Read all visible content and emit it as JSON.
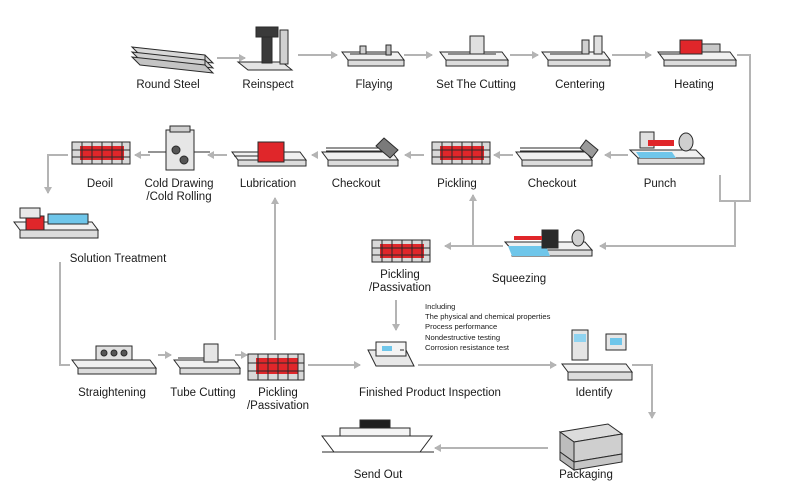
{
  "steps": {
    "round_steel": "Round Steel",
    "reinspect": "Reinspect",
    "flaying": "Flaying",
    "set_cutting": "Set The Cutting",
    "centering": "Centering",
    "heating": "Heating",
    "punch": "Punch",
    "checkout_right": "Checkout",
    "pickling": "Pickling",
    "checkout_left": "Checkout",
    "lubrication": "Lubrication",
    "cold_drawing_1": "Cold Drawing",
    "cold_drawing_2": "/Cold Rolling",
    "deoil": "Deoil",
    "solution_treatment": "Solution Treatment",
    "squeezing": "Squeezing",
    "pickling_passivation_mid_1": "Pickling",
    "pickling_passivation_mid_2": "/Passivation",
    "straightening": "Straightening",
    "tube_cutting": "Tube Cutting",
    "pickling_passivation_low_1": "Pickling",
    "pickling_passivation_low_2": "/Passivation",
    "finished_inspection": "Finished Product Inspection",
    "identify": "Identify",
    "packaging": "Packaging",
    "send_out": "Send Out"
  },
  "inspection_note": [
    "Including",
    "The physical and chemical properties",
    "Process performance",
    "Nondestructive testing",
    "Corrosion resistance test"
  ],
  "colors": {
    "arrow": "#b4b4b4",
    "heat_red": "#e0262a",
    "water_blue": "#6fc6ea",
    "machine_line": "#2a2a2a",
    "machine_fill": "#eeeeee"
  }
}
